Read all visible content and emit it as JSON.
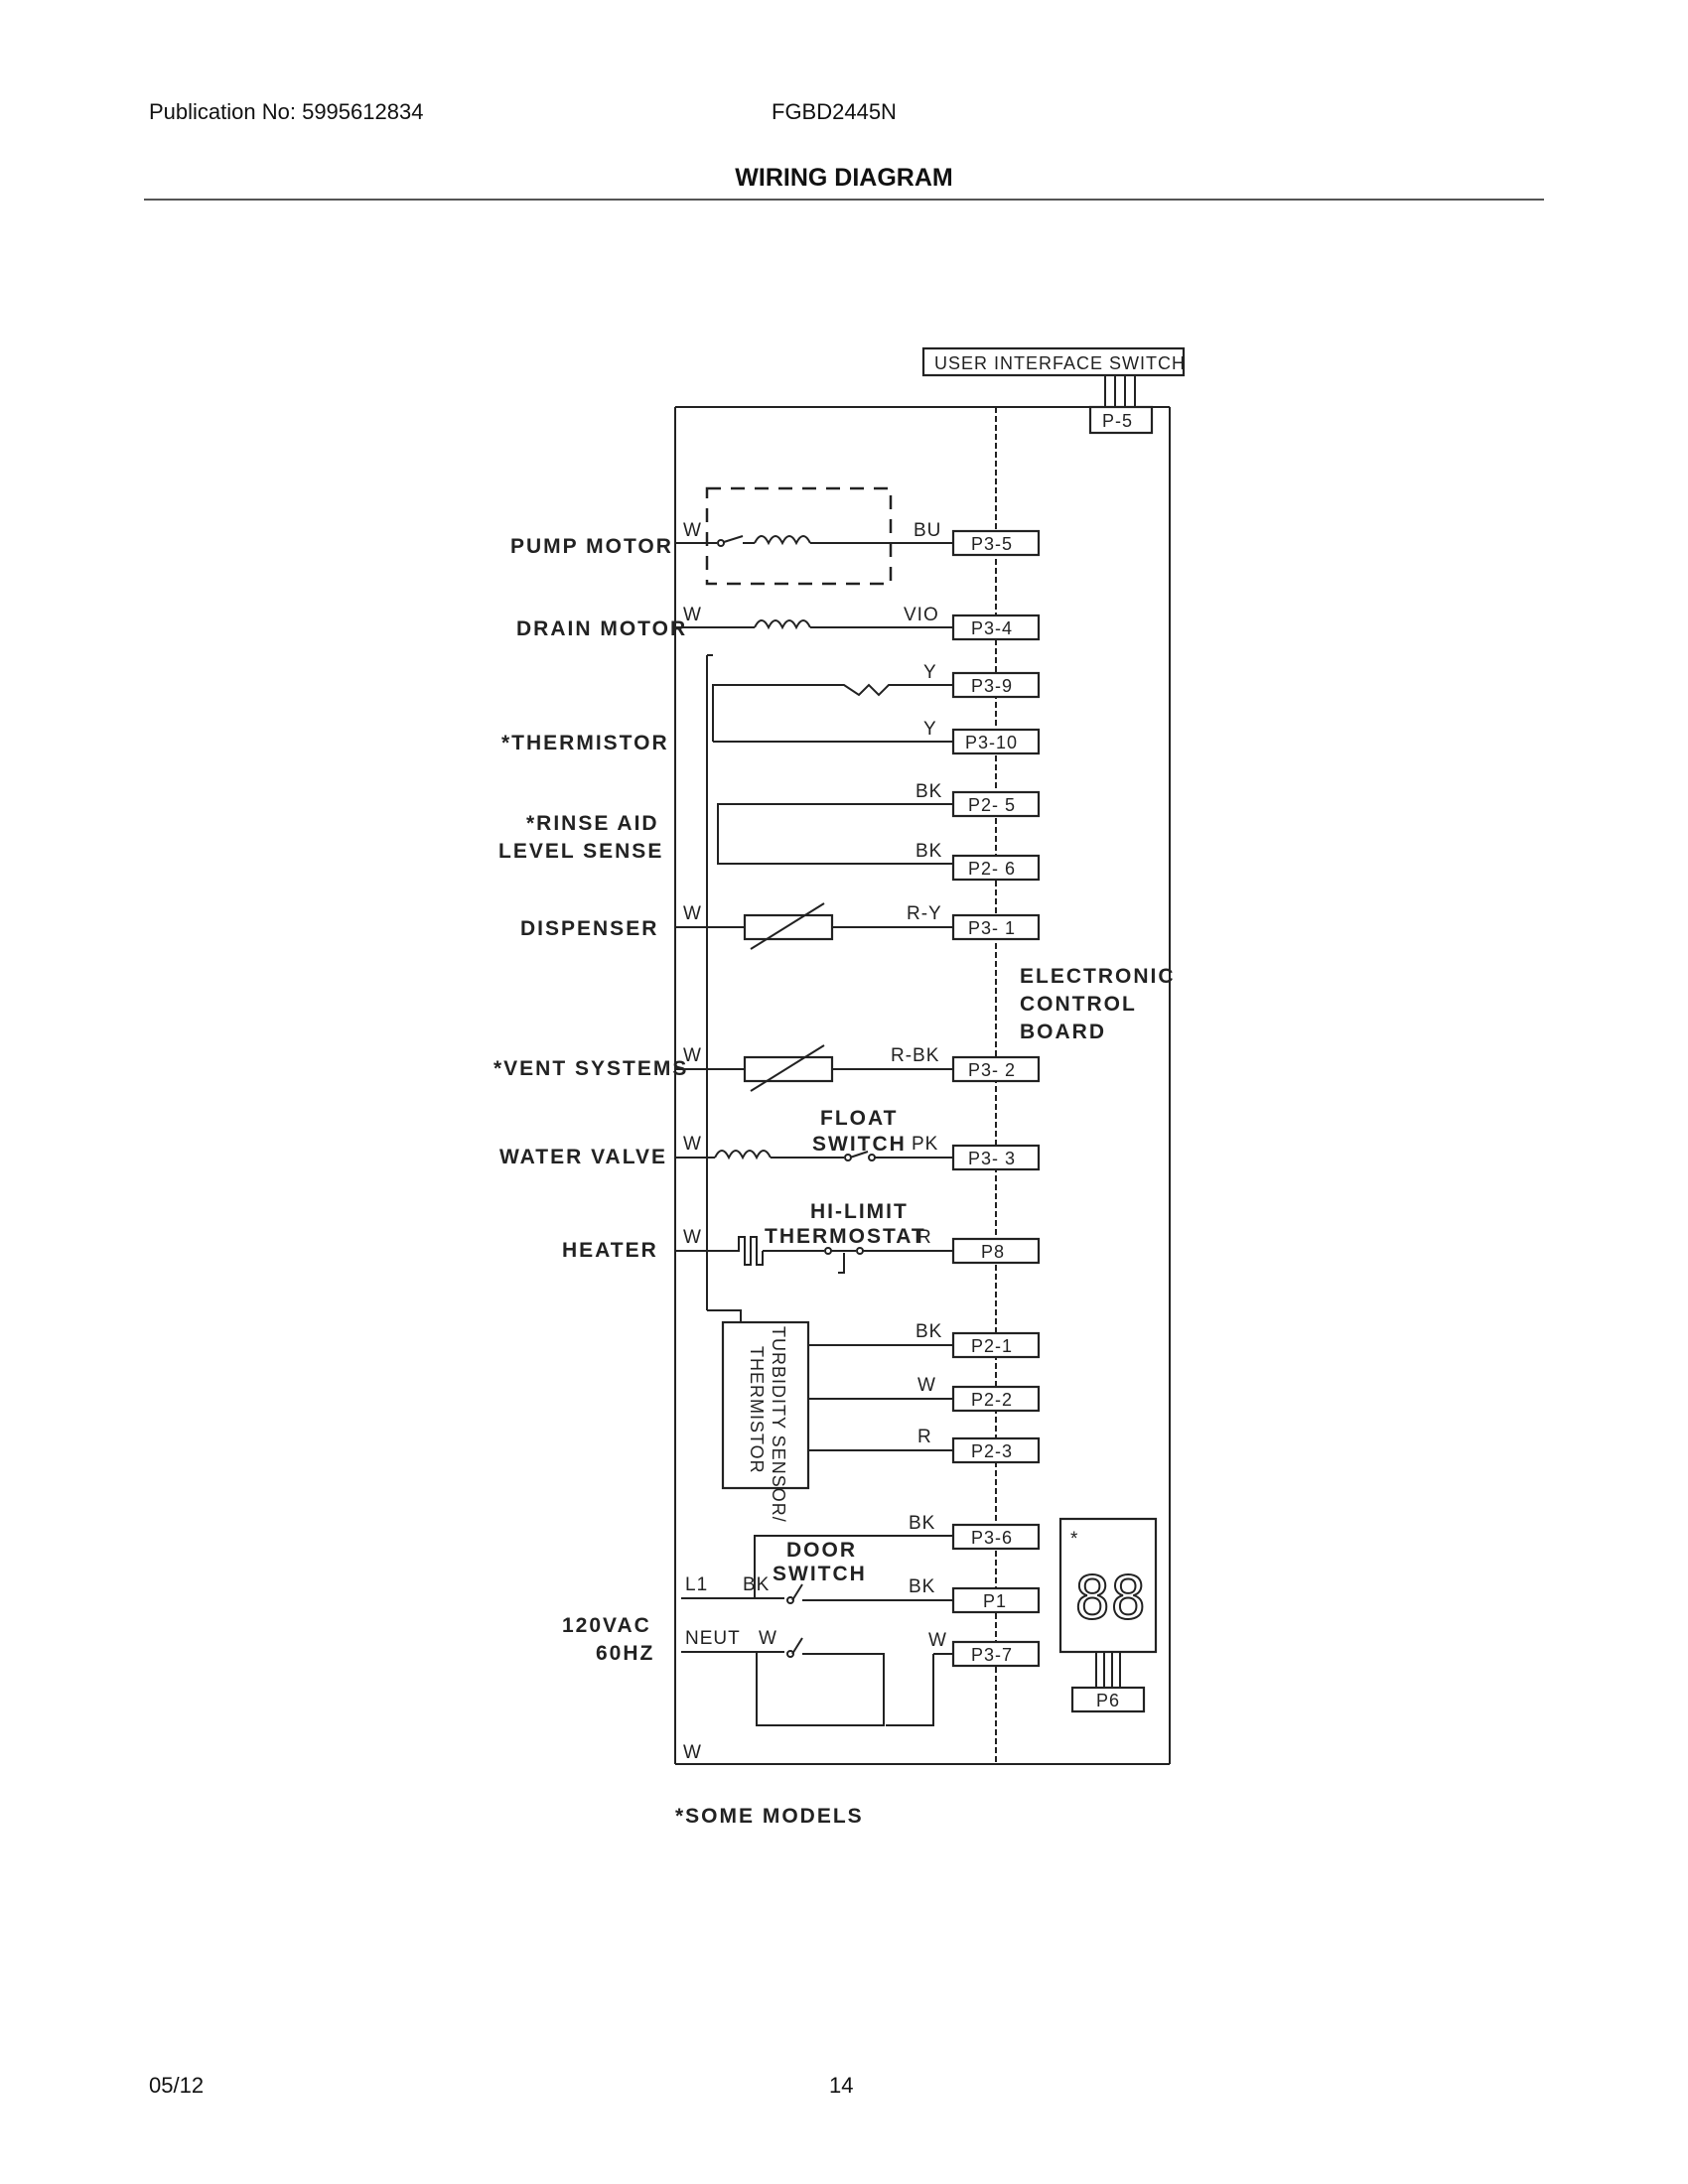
{
  "header": {
    "publication": "Publication No: 5995612834",
    "model": "FGBD2445N",
    "title": "WIRING DIAGRAM"
  },
  "footer": {
    "date": "05/12",
    "page": "14"
  },
  "diagram": {
    "user_interface_switch": "USER INTERFACE SWITCH",
    "ui_connector": "P-5",
    "components": {
      "pump_motor": "PUMP MOTOR",
      "drain_motor": "DRAIN MOTOR",
      "thermistor": "*THERMISTOR",
      "rinse_aid_1": "*RINSE AID",
      "rinse_aid_2": "LEVEL SENSE",
      "dispenser": "DISPENSER",
      "vent_systems": "*VENT SYSTEMS",
      "water_valve": "WATER VALVE",
      "heater": "HEATER",
      "power_1": "120VAC",
      "power_2": "60HZ"
    },
    "connectors": {
      "p3_5": "P3-5",
      "p3_4": "P3-4",
      "p3_9": "P3-9",
      "p3_10": "P3-10",
      "p2_5": "P2- 5",
      "p2_6": "P2- 6",
      "p3_1": "P3- 1",
      "p3_2": "P3- 2",
      "p3_3": "P3- 3",
      "p8": "P8",
      "p2_1": "P2-1",
      "p2_2": "P2-2",
      "p2_3": "P2-3",
      "p3_6": "P3-6",
      "p1": "P1",
      "p3_7": "P3-7",
      "p6": "P6"
    },
    "wire_colors": {
      "pump_w": "W",
      "pump_bu": "BU",
      "drain_w": "W",
      "drain_vio": "VIO",
      "therm_y1": "Y",
      "therm_y2": "Y",
      "rinse_bk1": "BK",
      "rinse_bk2": "BK",
      "disp_w": "W",
      "disp_ry": "R-Y",
      "vent_w": "W",
      "vent_rbk": "R-BK",
      "valve_w": "W",
      "valve_pk": "PK",
      "heater_w": "W",
      "heater_r": "R",
      "turb_bk": "BK",
      "turb_w": "W",
      "turb_r": "R",
      "door_bk_top": "BK",
      "l1": "L1",
      "l1_bk": "BK",
      "p1_bk": "BK",
      "neut": "NEUT",
      "neut_w": "W",
      "p37_w": "W",
      "bottom_w": "W"
    },
    "ecb_1": "ELECTRONIC",
    "ecb_2": "CONTROL",
    "ecb_3": "BOARD",
    "float_1": "FLOAT",
    "float_2": "SWITCH",
    "hilimit_1": "HI-LIMIT",
    "hilimit_2": "THERMOSTAT",
    "turbidity_1": "TURBIDITY SENSOR/",
    "turbidity_2": "THERMISTOR",
    "door_1": "DOOR",
    "door_2": "SWITCH",
    "display_digits": "88",
    "display_star": "*",
    "footnote": "*SOME MODELS"
  }
}
